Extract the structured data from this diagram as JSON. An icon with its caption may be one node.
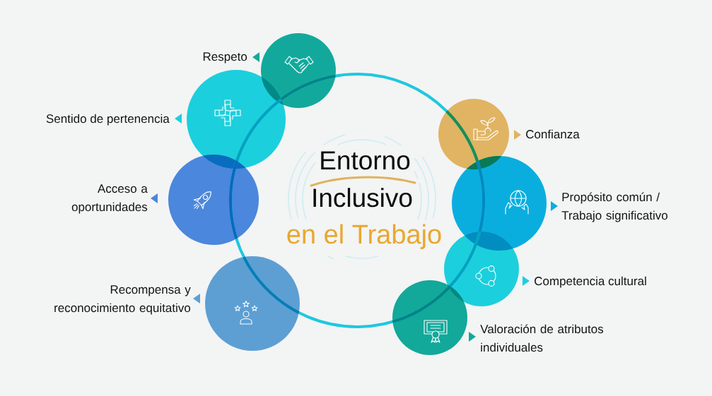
{
  "diagram": {
    "nodes": [
      {
        "text": [
          "Entorno",
          "Inclusivo",
          "en el Trabajo"
        ]
      },
      {
        "text": [],
        "shape": "circle",
        "beside": [
          "Respeto"
        ]
      },
      {
        "text": [],
        "shape": "circle",
        "beside": [
          "Sentido de pertenencia"
        ]
      },
      {
        "text": [],
        "shape": "circle",
        "beside": [
          "Acceso a oportunidades"
        ]
      },
      {
        "text": [],
        "shape": "circle",
        "beside": [
          "Recompensa y reconocimiento equitativo"
        ]
      },
      {
        "text": [],
        "shape": "circle",
        "beside": [
          "Confianza"
        ]
      },
      {
        "text": [],
        "shape": "circle",
        "beside": [
          "Propósito común / Trabajo significativo"
        ]
      },
      {
        "text": [],
        "shape": "circle",
        "beside": [
          "Competencia cultural"
        ]
      },
      {
        "text": [],
        "shape": "circle",
        "beside": [
          "Valoración de atributos individuales"
        ]
      }
    ]
  }
}
